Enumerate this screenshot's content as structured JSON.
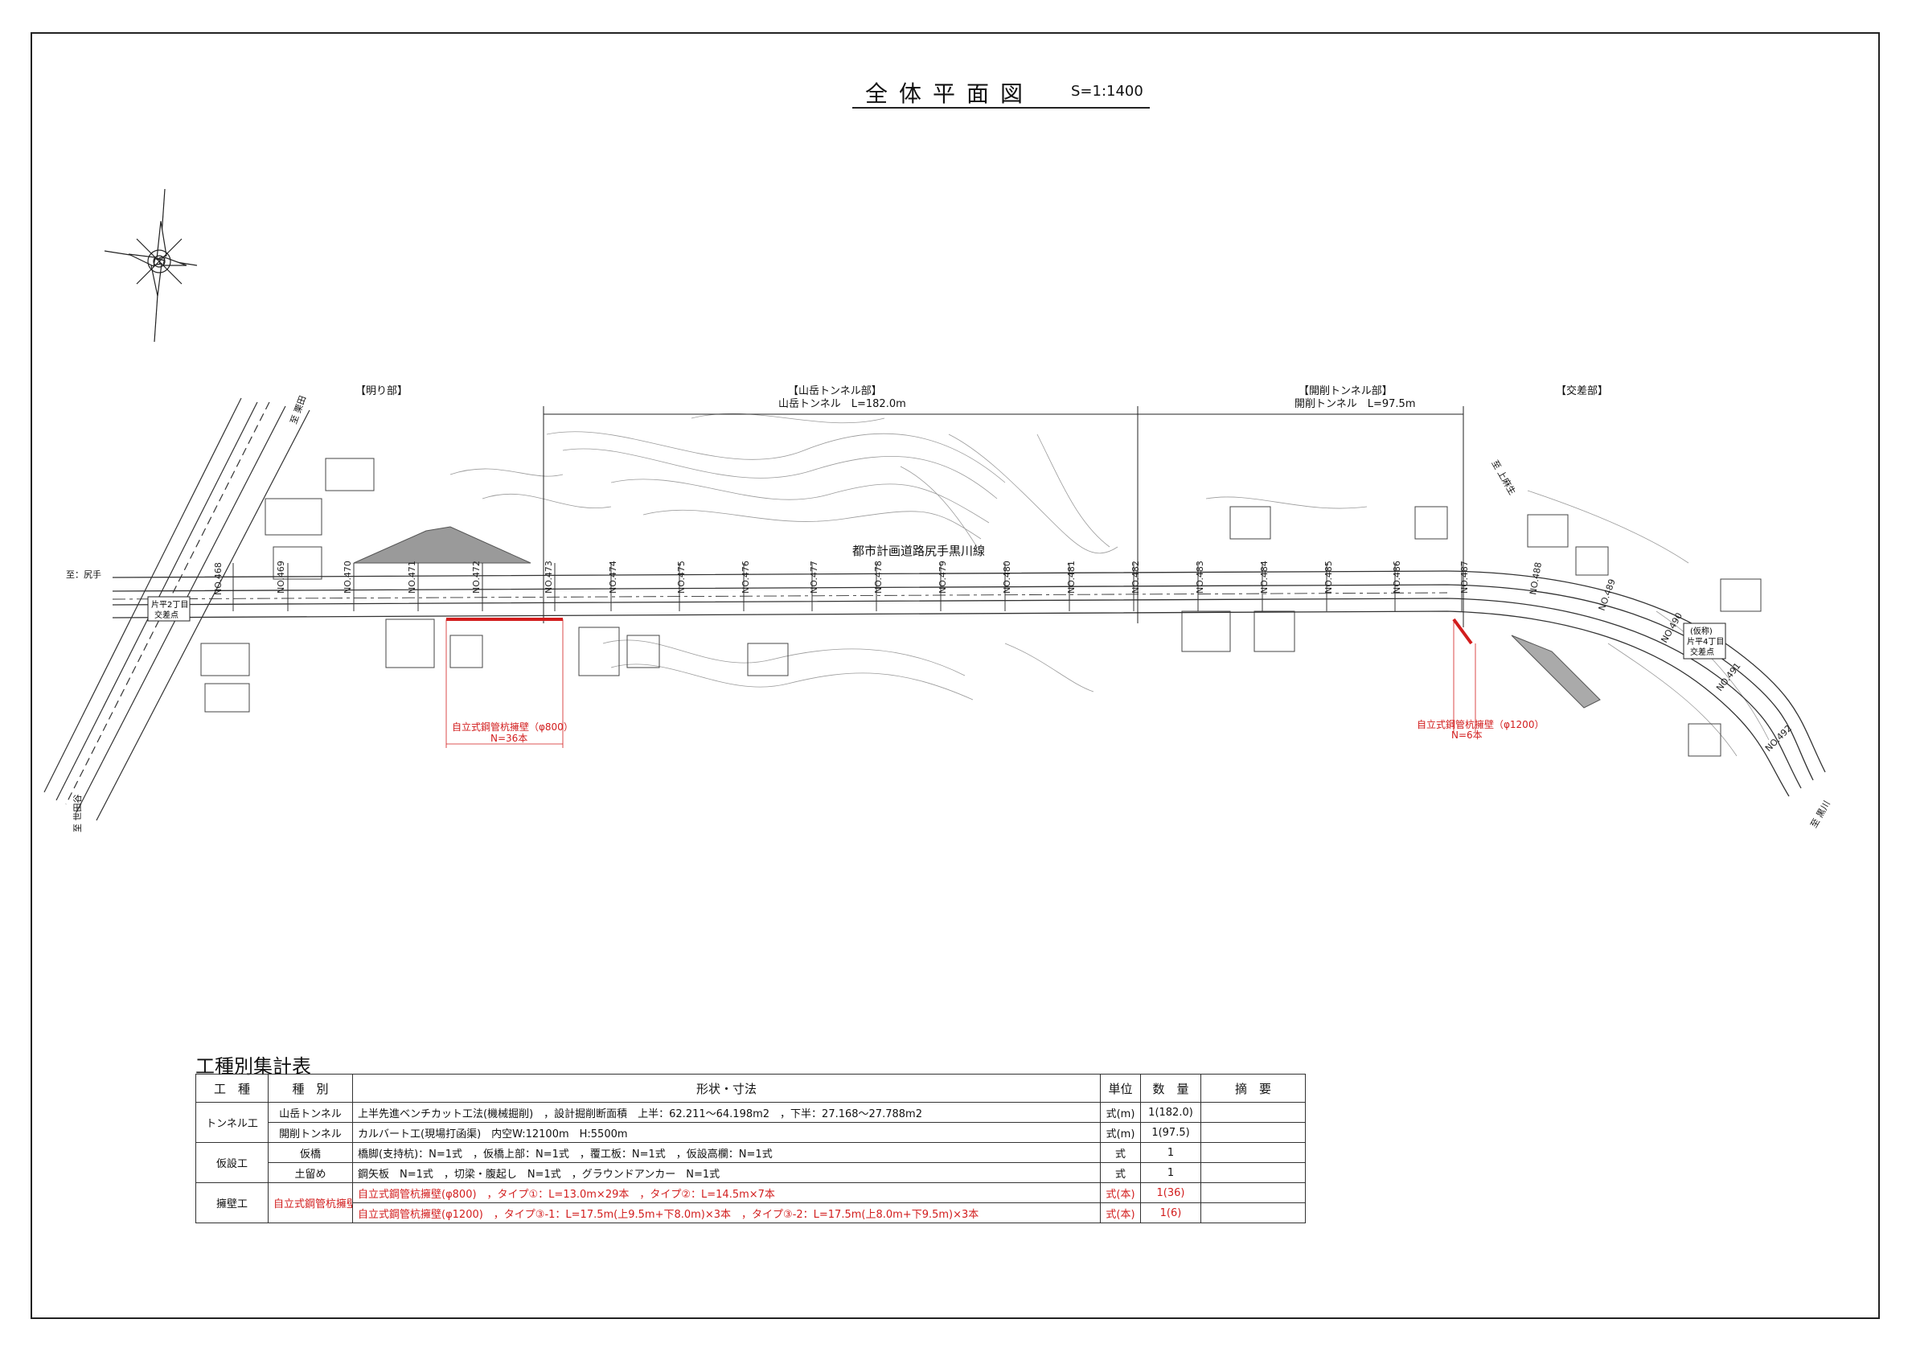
{
  "title": {
    "main": "全体平面図",
    "scale": "S=1:1400"
  },
  "sections": {
    "akaribu": "【明り部】",
    "yamatake": "【山岳トンネル部】",
    "yamatake_len": "山岳トンネル　L=182.0m",
    "kaisaku": "【開削トンネル部】",
    "kaisaku_len": "開削トンネル　L=97.5m",
    "kosaten": "【交差部】"
  },
  "map": {
    "road_name": "都市計画道路尻手黒川線",
    "west_label": "至：尻手",
    "sw_label": "至 世田谷",
    "ne_label": "至 黒川",
    "north_label": "至 上麻生",
    "nw_label": "至 栗田",
    "intersection_w": [
      "片平2丁目",
      "交差点"
    ],
    "intersection_e": [
      "(仮称)",
      "片平4丁目",
      "交差点"
    ],
    "stations": [
      "NO.468",
      "NO.469",
      "NO.470",
      "NO.471",
      "NO.472",
      "NO.473",
      "NO.474",
      "NO.475",
      "NO.476",
      "NO.477",
      "NO.478",
      "NO.479",
      "NO.480",
      "NO.481",
      "NO.482",
      "NO.483",
      "NO.484",
      "NO.485",
      "NO.486",
      "NO.487",
      "NO.488",
      "NO.489",
      "NO.490",
      "NO.491",
      "NO.492"
    ],
    "wall_west": [
      "自立式鋼管杭擁壁（φ800）",
      "N=36本"
    ],
    "wall_east": [
      "自立式鋼管杭擁壁（φ1200）",
      "N=6本"
    ]
  },
  "table": {
    "title": "工種別集計表",
    "headers": [
      "工　種",
      "種　別",
      "形状・寸法",
      "単位",
      "数　量",
      "摘　要"
    ],
    "rows": [
      {
        "kind": "トンネル工",
        "sub": "山岳トンネル",
        "spec": "上半先進ベンチカット工法(機械掘削)　，設計掘削断面積　上半：62.211～64.198m2　，下半：27.168～27.788m2",
        "unit": "式(m)",
        "qty": "1(182.0)",
        "note": ""
      },
      {
        "kind": "",
        "sub": "開削トンネル",
        "spec": "カルバート工(現場打函渠)　内空W:12100m　H:5500m",
        "unit": "式(m)",
        "qty": "1(97.5)",
        "note": ""
      },
      {
        "kind": "仮設工",
        "sub": "仮橋",
        "spec": "橋脚(支持杭)：N=1式　，仮橋上部：N=1式　，覆工板：N=1式　，仮設高欄：N=1式",
        "unit": "式",
        "qty": "1",
        "note": ""
      },
      {
        "kind": "",
        "sub": "土留め",
        "spec": "鋼矢板　N=1式　，切梁・腹起し　N=1式　，グラウンドアンカー　N=1式",
        "unit": "式",
        "qty": "1",
        "note": ""
      },
      {
        "kind": "擁壁工",
        "sub": "自立式鋼管杭擁壁",
        "spec": "自立式鋼管杭擁壁(φ800)　，タイプ①：L=13.0m×29本　，タイプ②：L=14.5m×7本",
        "unit": "式(本)",
        "qty": "1(36)",
        "note": ""
      },
      {
        "kind": "",
        "sub": "",
        "spec": "自立式鋼管杭擁壁(φ1200)　，タイプ③-1：L=17.5m(上9.5m+下8.0m)×3本　，タイプ③-2：L=17.5m(上8.0m+下9.5m)×3本",
        "unit": "式(本)",
        "qty": "1(6)",
        "note": ""
      }
    ]
  }
}
